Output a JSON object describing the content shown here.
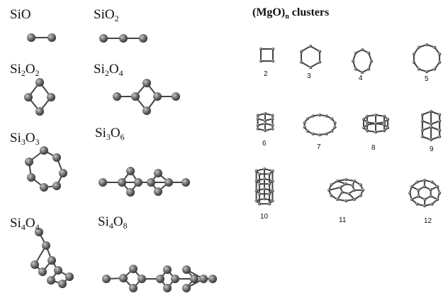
{
  "silicon_oxide_clusters": [
    {
      "formula": [
        [
          "Si",
          ""
        ],
        [
          "O",
          ""
        ]
      ]
    },
    {
      "formula": [
        [
          "Si",
          ""
        ],
        [
          "O",
          "2"
        ]
      ]
    },
    {
      "formula": [
        [
          "Si",
          "2"
        ],
        [
          "O",
          "2"
        ]
      ]
    },
    {
      "formula": [
        [
          "Si",
          "2"
        ],
        [
          "O",
          "4"
        ]
      ]
    },
    {
      "formula": [
        [
          "Si",
          "3"
        ],
        [
          "O",
          "3"
        ]
      ]
    },
    {
      "formula": [
        [
          "Si",
          "3"
        ],
        [
          "O",
          "6"
        ]
      ]
    },
    {
      "formula": [
        [
          "Si",
          "4"
        ],
        [
          "O",
          "4"
        ]
      ]
    },
    {
      "formula": [
        [
          "Si",
          "4"
        ],
        [
          "O",
          "8"
        ]
      ]
    }
  ],
  "mgo_panel": {
    "title_base": "(MgO)",
    "title_subscript": "n",
    "title_suffix": " clusters",
    "cluster_sizes": [
      "2",
      "3",
      "4",
      "5",
      "6",
      "7",
      "8",
      "9",
      "10",
      "11",
      "12"
    ]
  }
}
